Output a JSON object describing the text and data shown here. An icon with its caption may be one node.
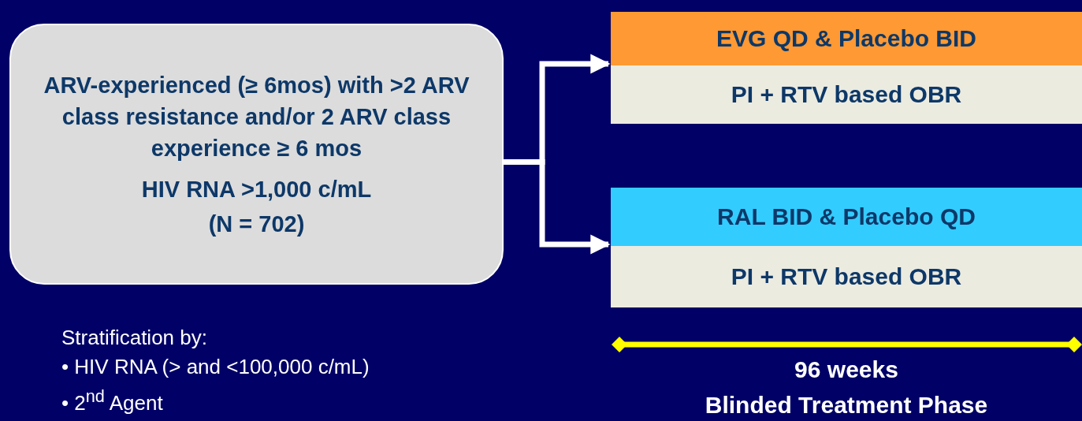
{
  "diagram": {
    "nodes": [
      {
        "text": [
          "ARV-experienced (≥ 6mos) with >2 ARV class resistance and/or 2 ARV class experience ≥ 6 mos",
          "HIV RNA >1,000 c/mL",
          "(N = 702)"
        ]
      },
      {
        "text": [
          "EVG QD & Placebo BID"
        ]
      },
      {
        "text": [
          "PI + RTV based OBR"
        ]
      },
      {
        "text": [
          "RAL BID & Placebo QD"
        ]
      },
      {
        "text": [
          "PI + RTV based OBR"
        ]
      }
    ],
    "edges": [
      {
        "from": 0,
        "to": 1,
        "arrow": "to"
      },
      {
        "from": 0,
        "to": 3,
        "arrow": "to"
      }
    ],
    "labels": [
      "Stratification by:",
      "• HIV RNA (> and <100,000 c/mL)",
      "• 2$^{nd}$ Agent",
      "96 weeks",
      "Blinded Treatment Phase"
    ]
  }
}
